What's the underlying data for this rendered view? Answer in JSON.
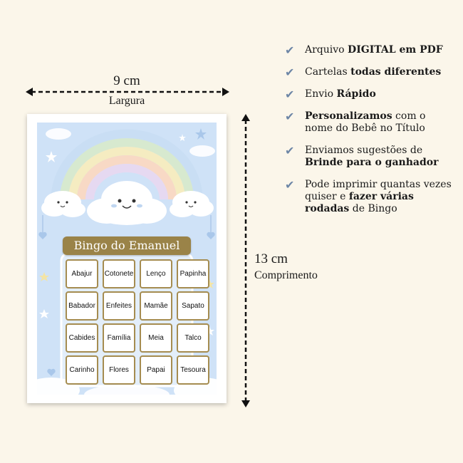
{
  "dimensions": {
    "width_value": "9 cm",
    "width_label": "Largura",
    "height_value": "13 cm",
    "height_label": "Comprimento"
  },
  "card": {
    "title": "Bingo do Emanuel",
    "cells": [
      "Abajur",
      "Cotonete",
      "Lenço",
      "Papinha",
      "Babador",
      "Enfeites",
      "Mamãe",
      "Sapato",
      "Cabides",
      "Família",
      "Meia",
      "Talco",
      "Carinho",
      "Flores",
      "Papai",
      "Tesoura"
    ]
  },
  "features": [
    {
      "icon": "check-icon",
      "parts": [
        {
          "t": "Arquivo "
        },
        {
          "t": "DIGITAL em PDF",
          "b": true
        }
      ]
    },
    {
      "icon": "check-icon",
      "parts": [
        {
          "t": "Cartelas "
        },
        {
          "t": "todas diferentes",
          "b": true
        }
      ]
    },
    {
      "icon": "check-icon",
      "parts": [
        {
          "t": "Envio "
        },
        {
          "t": "Rápido",
          "b": true
        }
      ]
    },
    {
      "icon": "check-icon",
      "parts": [
        {
          "t": "Personalizamos",
          "b": true
        },
        {
          "t": " com o nome do Bebê no Título"
        }
      ]
    },
    {
      "icon": "check-icon",
      "parts": [
        {
          "t": "Enviamos sugestões de "
        },
        {
          "t": "Brinde para o ganhador",
          "b": true
        }
      ]
    },
    {
      "icon": "check-icon",
      "parts": [
        {
          "t": "Pode imprimir quantas vezes quiser e "
        },
        {
          "t": "fazer várias rodadas",
          "b": true
        },
        {
          "t": " de Bingo"
        }
      ]
    }
  ],
  "colors": {
    "background": "#fbf6ea",
    "card_blue": "#cfe2f7",
    "title_gold": "#9a8348",
    "check": "#6d86a6"
  }
}
